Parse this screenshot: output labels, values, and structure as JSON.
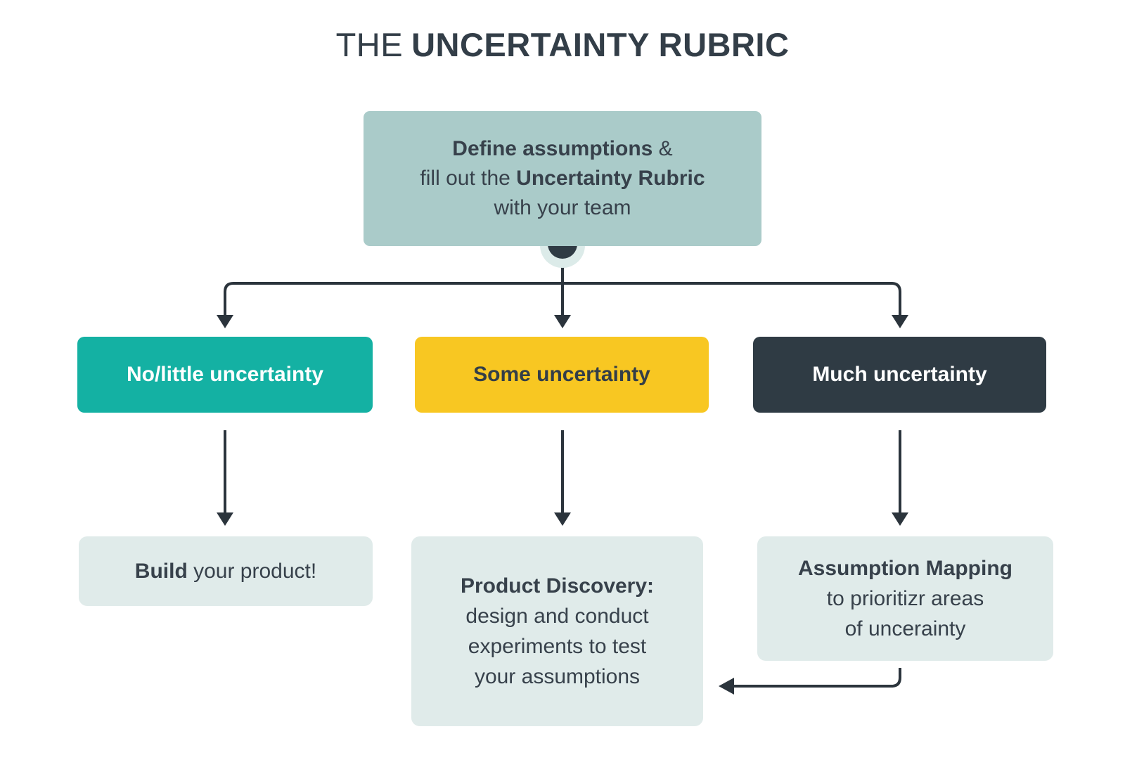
{
  "page": {
    "background": "#ffffff"
  },
  "title": {
    "prefix": "THE",
    "main": "UNCERTAINTY RUBRIC"
  },
  "colors": {
    "teal": "#14b1a3",
    "yellow": "#f8c722",
    "dark_slate": "#2f3b44",
    "sage": "#aacbc9",
    "light_panel": "#e0ebea",
    "halo": "#dcebe9",
    "line": "#2b343c",
    "text_dark": "#37414b",
    "text_light": "#ffffff"
  },
  "root_box": {
    "line1_bold": "Define assumptions",
    "line1_rest": " &",
    "line2_pre": "fill out the ",
    "line2_bold": "Uncertainty Rubric",
    "line3": "with your team"
  },
  "branch_boxes": [
    {
      "label": "No/little uncertainty"
    },
    {
      "label": "Some uncertainty"
    },
    {
      "label": "Much uncertainty"
    }
  ],
  "outcome_boxes": {
    "build": {
      "bold": "Build",
      "rest": " your product!"
    },
    "discovery": {
      "bold": "Product Discovery:",
      "line2": "design and conduct",
      "line3": "experiments to test",
      "line4": "your assumptions"
    },
    "mapping": {
      "bold": "Assumption Mapping",
      "line2": "to prioritizr areas",
      "line3": "of uncerainty"
    }
  }
}
